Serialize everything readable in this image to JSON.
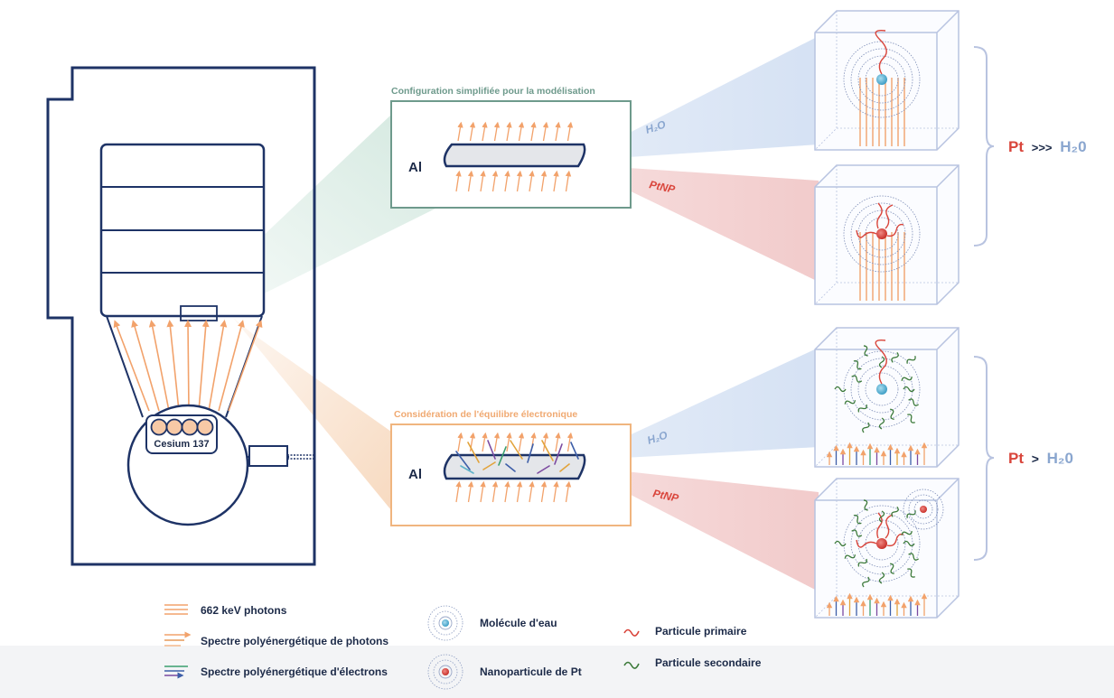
{
  "colors": {
    "navy": "#1e3366",
    "orange": "#f2a26b",
    "red": "#d9453b",
    "green": "#3c7a3a",
    "blue": "#8aa6cf",
    "teal_box": "#6e9a8c",
    "orange_box": "#f0b57f",
    "cube": "#b8c3e0"
  },
  "irradiator": {
    "source_label": "Cesium 137"
  },
  "top_panel": {
    "title": "Configuration simplifiée pour la modélisation",
    "material": "Al",
    "beam_water": "H₂O",
    "beam_pt": "PtNP"
  },
  "bottom_panel": {
    "title": "Considération de l'équilibre électronique",
    "material": "Al",
    "beam_water": "H₂O",
    "beam_pt": "PtNP"
  },
  "results": {
    "top": {
      "left": "Pt",
      "op": ">>>",
      "right": "H₂0"
    },
    "bottom": {
      "left": "Pt",
      "op": ">",
      "right": "H₂0"
    }
  },
  "legend": {
    "photons_662": "662 keV photons",
    "photon_spectrum": "Spectre polyénergétique de photons",
    "electron_spectrum": "Spectre polyénergétique d'électrons",
    "water_molecule": "Molécule d'eau",
    "pt_nanoparticle": "Nanoparticule de Pt",
    "primary_particle": "Particule primaire",
    "secondary_particle": "Particule secondaire"
  }
}
